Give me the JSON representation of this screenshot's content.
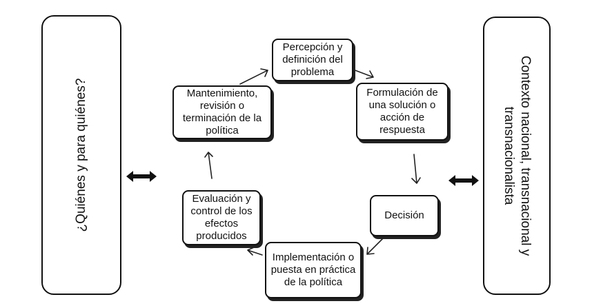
{
  "left_panel": {
    "text": "¿Quiénes y para quiénes?"
  },
  "right_panel": {
    "line1": "Contexto nacional, transnacional y",
    "line2": "transnacionalista"
  },
  "cycle": {
    "perception": "Percepción y definición del problema",
    "formulation": "Formulación de una solución o acción de respuesta",
    "decision": "Decisión",
    "implementation": "Implementación o puesta en práctica de la política",
    "evaluation": "Evaluación y control de los efectos producidos",
    "maintenance": "Mantenimiento, revisión o terminación de la política"
  }
}
